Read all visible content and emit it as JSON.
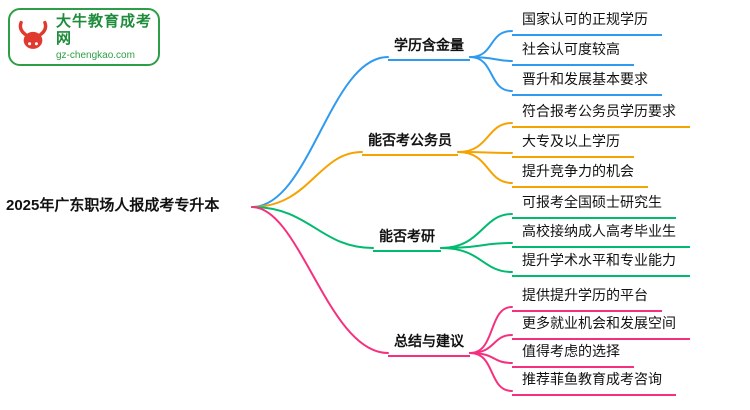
{
  "logo": {
    "title": "大牛教育成考网",
    "url": "gz-chengkao.com"
  },
  "root": {
    "label": "2025年广东职场人报成考专升本"
  },
  "colors": {
    "branch_education_value": "#2f9bf0",
    "branch_civil_service": "#f5a300",
    "branch_postgraduate": "#00ba70",
    "branch_summary": "#f5317f",
    "logo_green": "#2e9e46",
    "logo_bull_red": "#e03a2f"
  },
  "branches": [
    {
      "label": "学历含金量",
      "color": "#2f9bf0",
      "children": [
        {
          "label": "国家认可的正规学历"
        },
        {
          "label": "社会认可度较高"
        },
        {
          "label": "晋升和发展基本要求"
        }
      ]
    },
    {
      "label": "能否考公务员",
      "color": "#f5a300",
      "children": [
        {
          "label": "符合报考公务员学历要求"
        },
        {
          "label": "大专及以上学历"
        },
        {
          "label": "提升竞争力的机会"
        }
      ]
    },
    {
      "label": "能否考研",
      "color": "#00ba70",
      "children": [
        {
          "label": "可报考全国硕士研究生"
        },
        {
          "label": "高校接纳成人高考毕业生"
        },
        {
          "label": "提升学术水平和专业能力"
        }
      ]
    },
    {
      "label": "总结与建议",
      "color": "#f5317f",
      "children": [
        {
          "label": "提供提升学历的平台"
        },
        {
          "label": "更多就业机会和发展空间"
        },
        {
          "label": "值得考虑的选择"
        },
        {
          "label": "推荐菲鱼教育成考咨询"
        }
      ]
    }
  ]
}
